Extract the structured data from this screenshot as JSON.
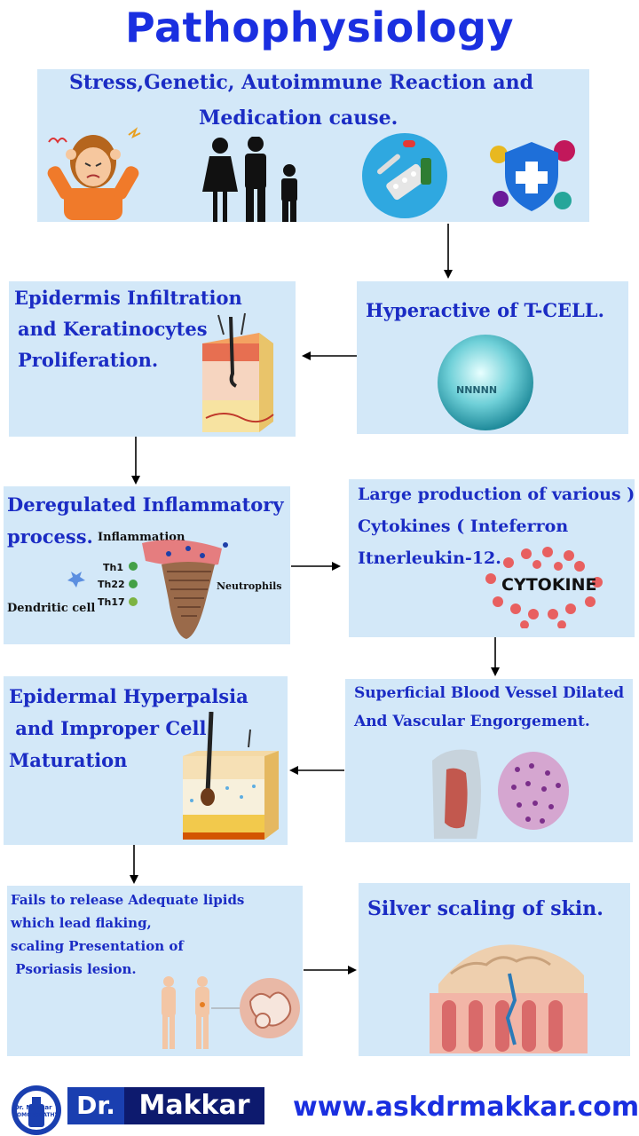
{
  "title": "Pathophysiology",
  "causes": {
    "line1": "Stress,Genetic, Autoimmune Reaction and",
    "line2": "Medication cause."
  },
  "tcell": {
    "label": "Hyperactive of  T-CELL.",
    "badge": "NNNNN"
  },
  "epidermis": {
    "line1": "Epidermis Infiltration",
    "line2": "and Keratinocytes",
    "line3": "Proliferation."
  },
  "inflammatory": {
    "line1": "Deregulated Inflammatory",
    "line2": "process.",
    "inflammation": "Inflammation",
    "th1": "Th1",
    "th22": "Th22",
    "th17": "Th17",
    "dendritic": "Dendritic cell",
    "neutrophils": "Neutrophils"
  },
  "cytokines": {
    "line1": "Large production of  various )",
    "line2": "Cytokines ( Inteferron",
    "line3": "Itnerleukin-12.",
    "badge": "CYTOKINE"
  },
  "vessel": {
    "line1": "Superficial Blood Vessel Dilated",
    "line2": "And Vascular Engorgement."
  },
  "hyperplasia": {
    "line1": "Epidermal Hyperpalsia",
    "line2": " and Improper Cell",
    "line3": "Maturation"
  },
  "lipids": {
    "line1": "Fails to release Adequate lipids",
    "line2": "which lead flaking,",
    "line3": "scaling Presentation of",
    "line4": " Psoriasis lesion."
  },
  "silver": {
    "label": "Silver scaling of skin."
  },
  "footer": {
    "logo_line1": "Dr. Makkar",
    "logo_line2": "HOMOEOPATHY",
    "brand_dr": "Dr.",
    "brand_name": "Makkar",
    "url": "www.askdrmakkar.com"
  },
  "colors": {
    "accent": "#1a2fe0",
    "box": "#d3e8f8",
    "text": "#1b2cc4"
  }
}
